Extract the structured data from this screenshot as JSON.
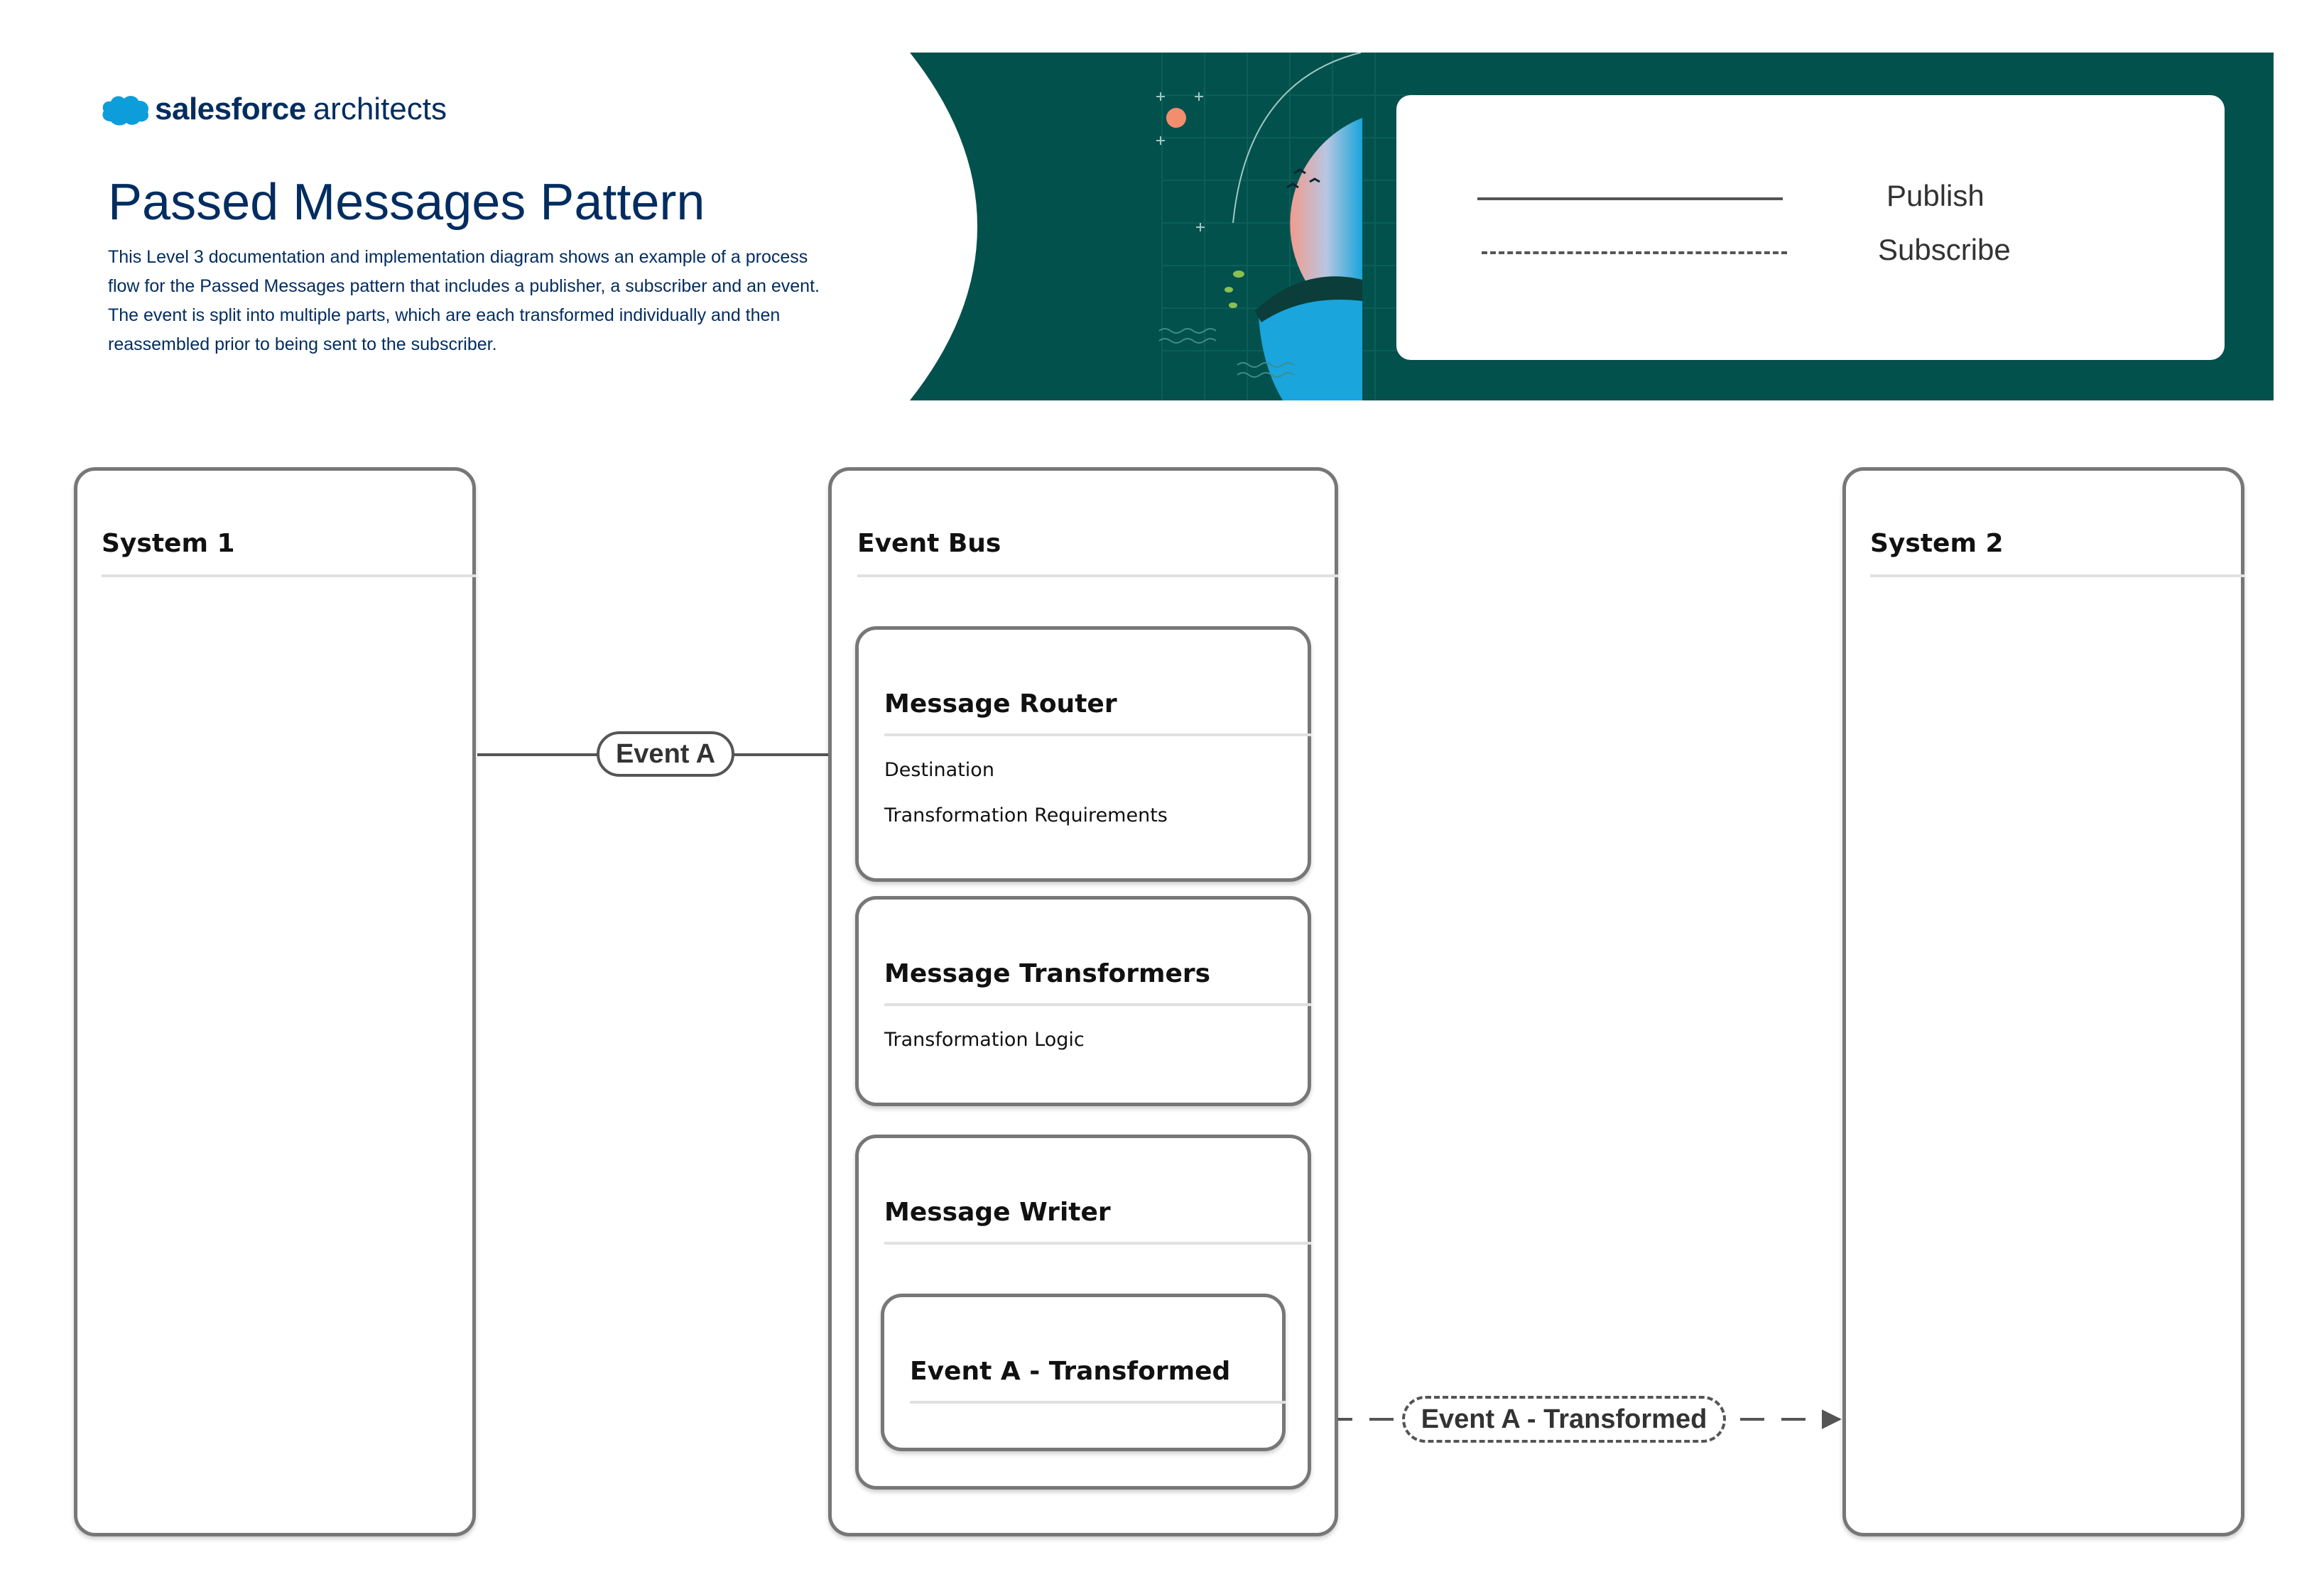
{
  "header": {
    "logo": {
      "brand": "salesforce",
      "sub": "architects",
      "icon": "salesforce-cloud-icon"
    },
    "title": "Passed Messages Pattern",
    "description_lines": [
      "This Level 3 documentation and implementation diagram shows an example of a process",
      "flow for the Passed Messages pattern that includes a publisher, a subscriber and an event.",
      "The event is split into multiple parts, which are each transformed individually and then",
      "reassembled prior to being sent to the subscriber."
    ],
    "colors": {
      "brand_navy": "#032d60",
      "teal_band": "#03514c",
      "cloud_blue": "#0d9dda"
    }
  },
  "legend": {
    "publish": "Publish",
    "subscribe": "Subscribe"
  },
  "diagram": {
    "system1": {
      "title": "System 1"
    },
    "event_bus": {
      "title": "Event Bus",
      "router": {
        "title": "Message Router",
        "items": [
          "Destination",
          "Transformation Requirements"
        ]
      },
      "transformers": {
        "title": "Message Transformers",
        "items": [
          "Transformation Logic"
        ]
      },
      "writer": {
        "title": "Message Writer",
        "inner": {
          "title": "Event A - Transformed"
        }
      }
    },
    "system2": {
      "title": "System 2"
    },
    "connections": {
      "publish_label": "Event A",
      "subscribe_label": "Event A - Transformed"
    }
  }
}
